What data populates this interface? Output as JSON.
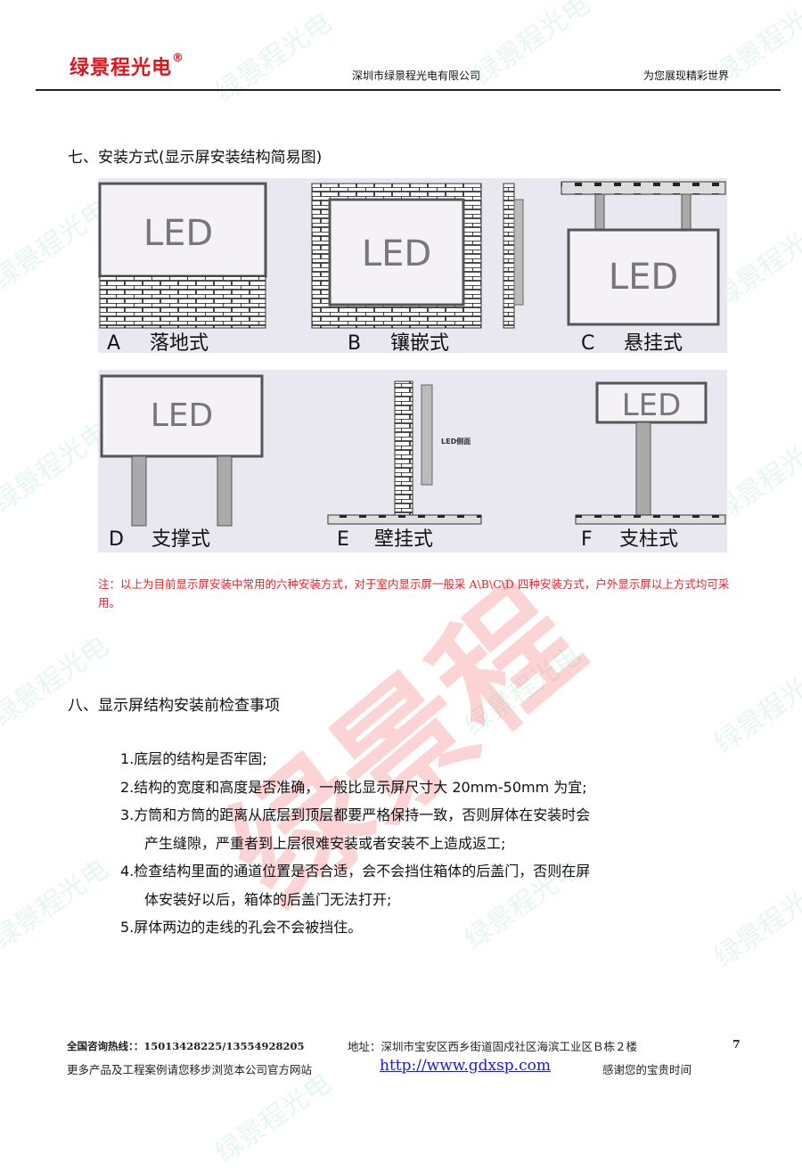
{
  "header": {
    "logo": "绿景程光电",
    "registered": "®",
    "company": "深圳市绿景程光电有限公司",
    "slogan": "为您展现精彩世界"
  },
  "section7": {
    "title": "七、安装方式(显示屏安装结构简易图)",
    "screen_text": "LED",
    "side_label": "LED侧面",
    "methods": [
      {
        "letter": "A",
        "name": "落地式"
      },
      {
        "letter": "B",
        "name": "镶嵌式"
      },
      {
        "letter": "C",
        "name": "悬挂式"
      },
      {
        "letter": "D",
        "name": "支撑式"
      },
      {
        "letter": "E",
        "name": "壁挂式"
      },
      {
        "letter": "F",
        "name": "支柱式"
      }
    ],
    "note": "注：以上为目前显示屏安装中常用的六种安装方式，对于室内显示屏一般采 A\\B\\C\\D 四种安装方式，户外显示屏以上方式均可采用。"
  },
  "section8": {
    "title": "八、显示屏结构安装前检查事项",
    "items": [
      {
        "line1": "1.底层的结构是否牢固;"
      },
      {
        "line1": "2.结构的宽度和高度是否准确，一般比显示屏尺寸大 20mm-50mm 为宜;"
      },
      {
        "line1": "3.方筒和方筒的距离从底层到顶层都要严格保持一致，否则屏体在安装时会",
        "line2": "产生缝隙，严重者到上层很难安装或者安装不上造成返工;"
      },
      {
        "line1": "4.检查结构里面的通道位置是否合适，会不会挡住箱体的后盖门，否则在屏",
        "line2": "体安装好以后，箱体的后盖门无法打开;"
      },
      {
        "line1": "5.屏体两边的走线的孔会不会被挡住。"
      }
    ]
  },
  "footer": {
    "hotline": "全国咨询热线：：15013428225/13554928205",
    "address": "地址：深圳市宝安区西乡街道固戍社区海滨工业区Ｂ栋２楼",
    "page": "7",
    "more": "更多产品及工程案例请您移步浏览本公司官方网站",
    "url": "http://www.gdxsp.com",
    "thanks": "感谢您的宝贵时间"
  },
  "watermark": {
    "green": "绿景程光电",
    "red": "绿景程"
  }
}
